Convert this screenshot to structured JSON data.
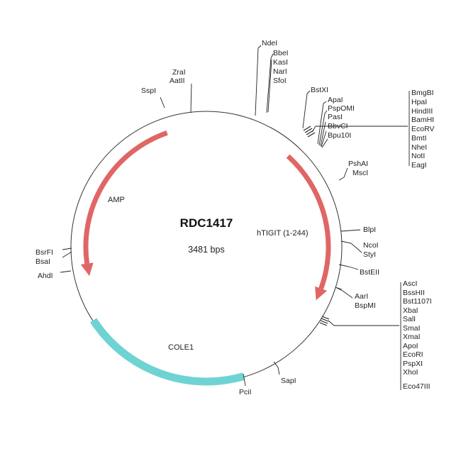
{
  "plasmid": {
    "name": "RDC1417",
    "size": "3481 bps"
  },
  "features": [
    {
      "name": "AMP",
      "color": "#e06666"
    },
    {
      "name": "hTIGIT (1-244)",
      "color": "#e06666"
    },
    {
      "name": "COLE1",
      "color": "#6fd3d3"
    }
  ],
  "sites": {
    "ndei": "NdeI",
    "group_bbei": [
      "BbeI",
      "KasI",
      "NarI",
      "SfoI"
    ],
    "bstxi": "BstXI",
    "group_apai": [
      "ApaI",
      "PspOMI",
      "PasI",
      "BbvCI",
      "Bpu10I"
    ],
    "mcs1": [
      "BmgBI",
      "HpaI",
      "HindIII",
      "BamHI",
      "EcoRV",
      "BmtI",
      "NheI",
      "NotI",
      "EagI"
    ],
    "group_pshai": [
      "PshAI",
      "MscI"
    ],
    "blpi": "BlpI",
    "group_ncoi": [
      "NcoI",
      "StyI"
    ],
    "bsteii": "BstEII",
    "group_aari": [
      "AarI",
      "BspMI"
    ],
    "mcs2": [
      "AscI",
      "BssHII",
      "Bst1107I",
      "XbaI",
      "SalI",
      "SmaI",
      "XmaI",
      "ApoI",
      "EcoRI",
      "PspXI",
      "XhoI",
      "Eco47III"
    ],
    "sapi": "SapI",
    "pcii": "PciI",
    "ahdi": "AhdI",
    "group_bsrfi": [
      "BsrFI",
      "BsaI"
    ],
    "sspi": "SspI",
    "group_zrai": [
      "ZraI",
      "AatII"
    ]
  }
}
